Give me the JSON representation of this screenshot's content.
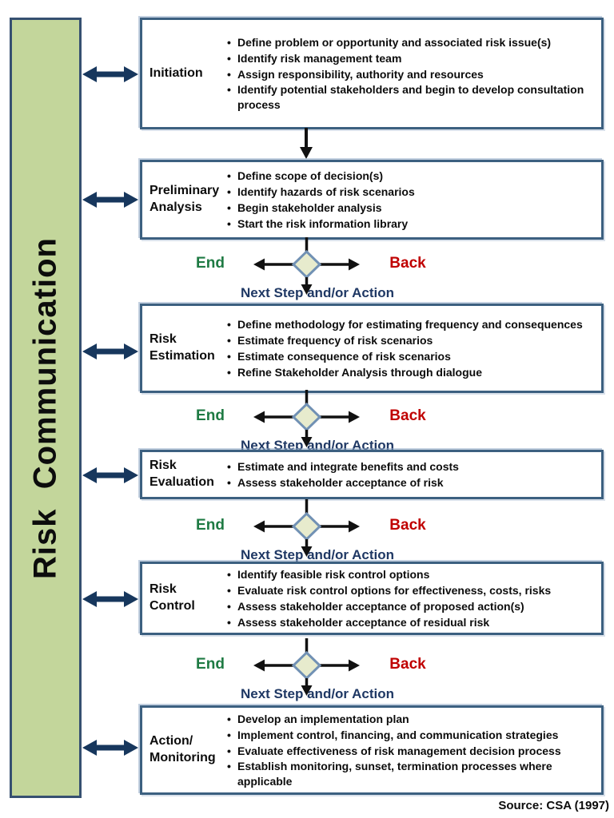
{
  "sidebar": {
    "label": "Risk  Communication"
  },
  "decision": {
    "end": "End",
    "back": "Back",
    "next": "Next Step and/or Action"
  },
  "stages": [
    {
      "title": "Initiation",
      "bullets": [
        "Define problem or opportunity and associated risk issue(s)",
        "Identify  risk management team",
        "Assign responsibility, authority and resources",
        "Identify potential stakeholders and begin to develop consultation process"
      ]
    },
    {
      "title": "Preliminary\nAnalysis",
      "bullets": [
        "Define scope of decision(s)",
        "Identify hazards of risk scenarios",
        "Begin stakeholder analysis",
        "Start the risk information library"
      ]
    },
    {
      "title": "Risk\nEstimation",
      "bullets": [
        "Define methodology for estimating frequency and consequences",
        "Estimate frequency of risk scenarios",
        "Estimate consequence of risk scenarios",
        "Refine Stakeholder Analysis through dialogue"
      ]
    },
    {
      "title": "Risk\nEvaluation",
      "bullets": [
        "Estimate and integrate benefits and costs",
        "Assess stakeholder acceptance of risk"
      ]
    },
    {
      "title": "Risk\nControl",
      "bullets": [
        "Identify feasible risk control options",
        "Evaluate risk control options for effectiveness, costs, risks",
        "Assess stakeholder acceptance of proposed action(s)",
        "Assess stakeholder acceptance of residual risk"
      ]
    },
    {
      "title": "Action/\nMonitoring",
      "bullets": [
        "Develop an implementation plan",
        "Implement control, financing, and communication strategies",
        "Evaluate effectiveness of risk management decision process",
        "Establish monitoring, sunset, termination processes where applicable"
      ]
    }
  ],
  "source": "Source: CSA (1997)",
  "colors": {
    "accent_navy": "#17375d",
    "box_border": "#3c6080",
    "bar_fill": "#c3d69b",
    "bar_border": "#365071",
    "end_green": "#1e7a43",
    "back_red": "#c00000",
    "next_blue": "#1f3864",
    "diamond_fill": "#e7ebcd",
    "diamond_border": "#7191b4"
  }
}
